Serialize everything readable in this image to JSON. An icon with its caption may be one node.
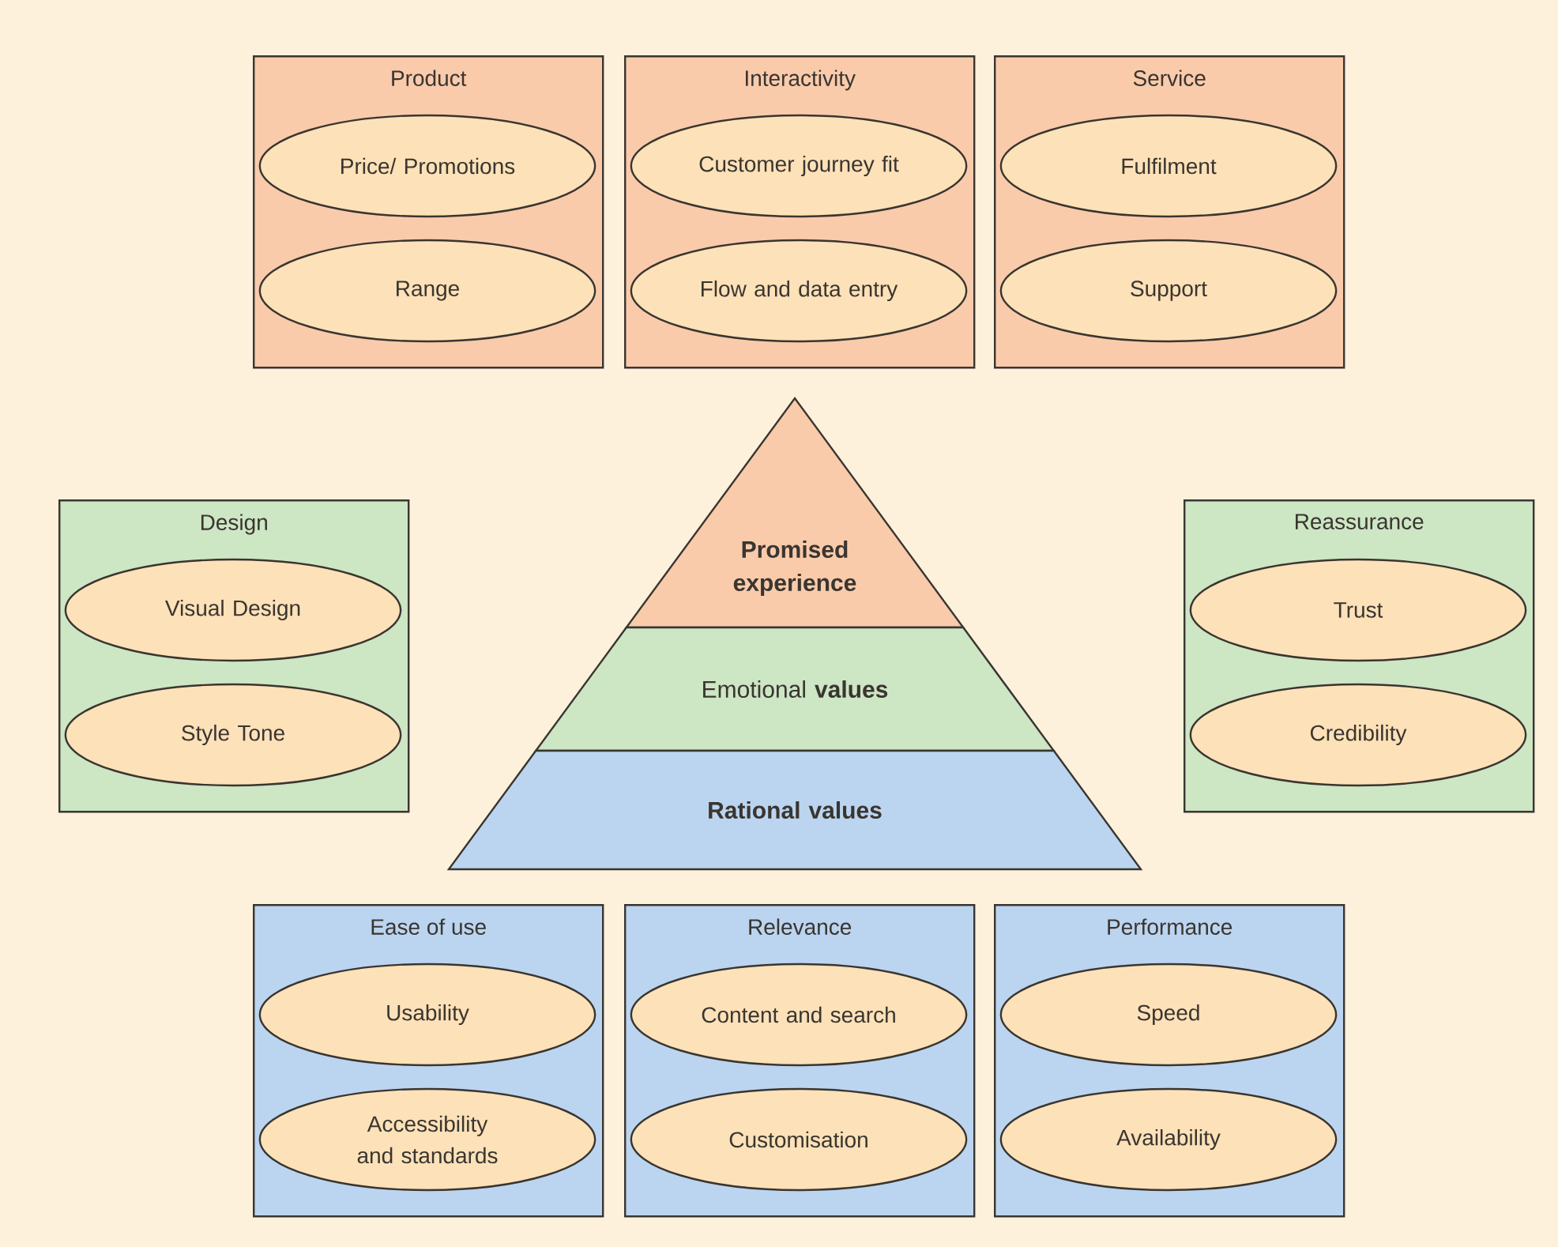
{
  "diagram": {
    "nodes": [
      {
        "text": [
          "Product"
        ]
      },
      {
        "text": [
          "Price/ Promotions"
        ],
        "in": 0
      },
      {
        "text": [
          "Range"
        ],
        "in": 0
      },
      {
        "text": [
          "Interactivity"
        ]
      },
      {
        "text": [
          "Customer journey fit"
        ],
        "in": 3
      },
      {
        "text": [
          "Flow and data entry"
        ],
        "in": 3
      },
      {
        "text": [
          "Service"
        ]
      },
      {
        "text": [
          "Fulfilment"
        ],
        "in": 6
      },
      {
        "text": [
          "Support"
        ],
        "in": 6
      },
      {
        "text": [
          "Promised experience"
        ]
      },
      {
        "text": [
          "Design"
        ]
      },
      {
        "text": [
          "Visual Design"
        ],
        "in": 10
      },
      {
        "text": [
          "Style Tone"
        ],
        "in": 10
      },
      {
        "text": [
          "Reassurance"
        ]
      },
      {
        "text": [
          "Trust"
        ],
        "in": 13
      },
      {
        "text": [
          "Credibility"
        ],
        "in": 13
      },
      {
        "text": [
          "Emotional **values**"
        ]
      },
      {
        "text": [
          "Rational values"
        ]
      },
      {
        "text": [
          "Ease of use"
        ]
      },
      {
        "text": [
          "Usability"
        ],
        "in": 18
      },
      {
        "text": [
          "Accessibility and standards"
        ],
        "in": 18
      },
      {
        "text": [
          "Relevance"
        ]
      },
      {
        "text": [
          "Content and search"
        ],
        "in": 21
      },
      {
        "text": [
          "Customisation"
        ],
        "in": 21
      },
      {
        "text": [
          "Performance"
        ]
      },
      {
        "text": [
          "Speed"
        ],
        "in": 24
      },
      {
        "text": [
          "Availability"
        ],
        "in": 24
      }
    ]
  }
}
